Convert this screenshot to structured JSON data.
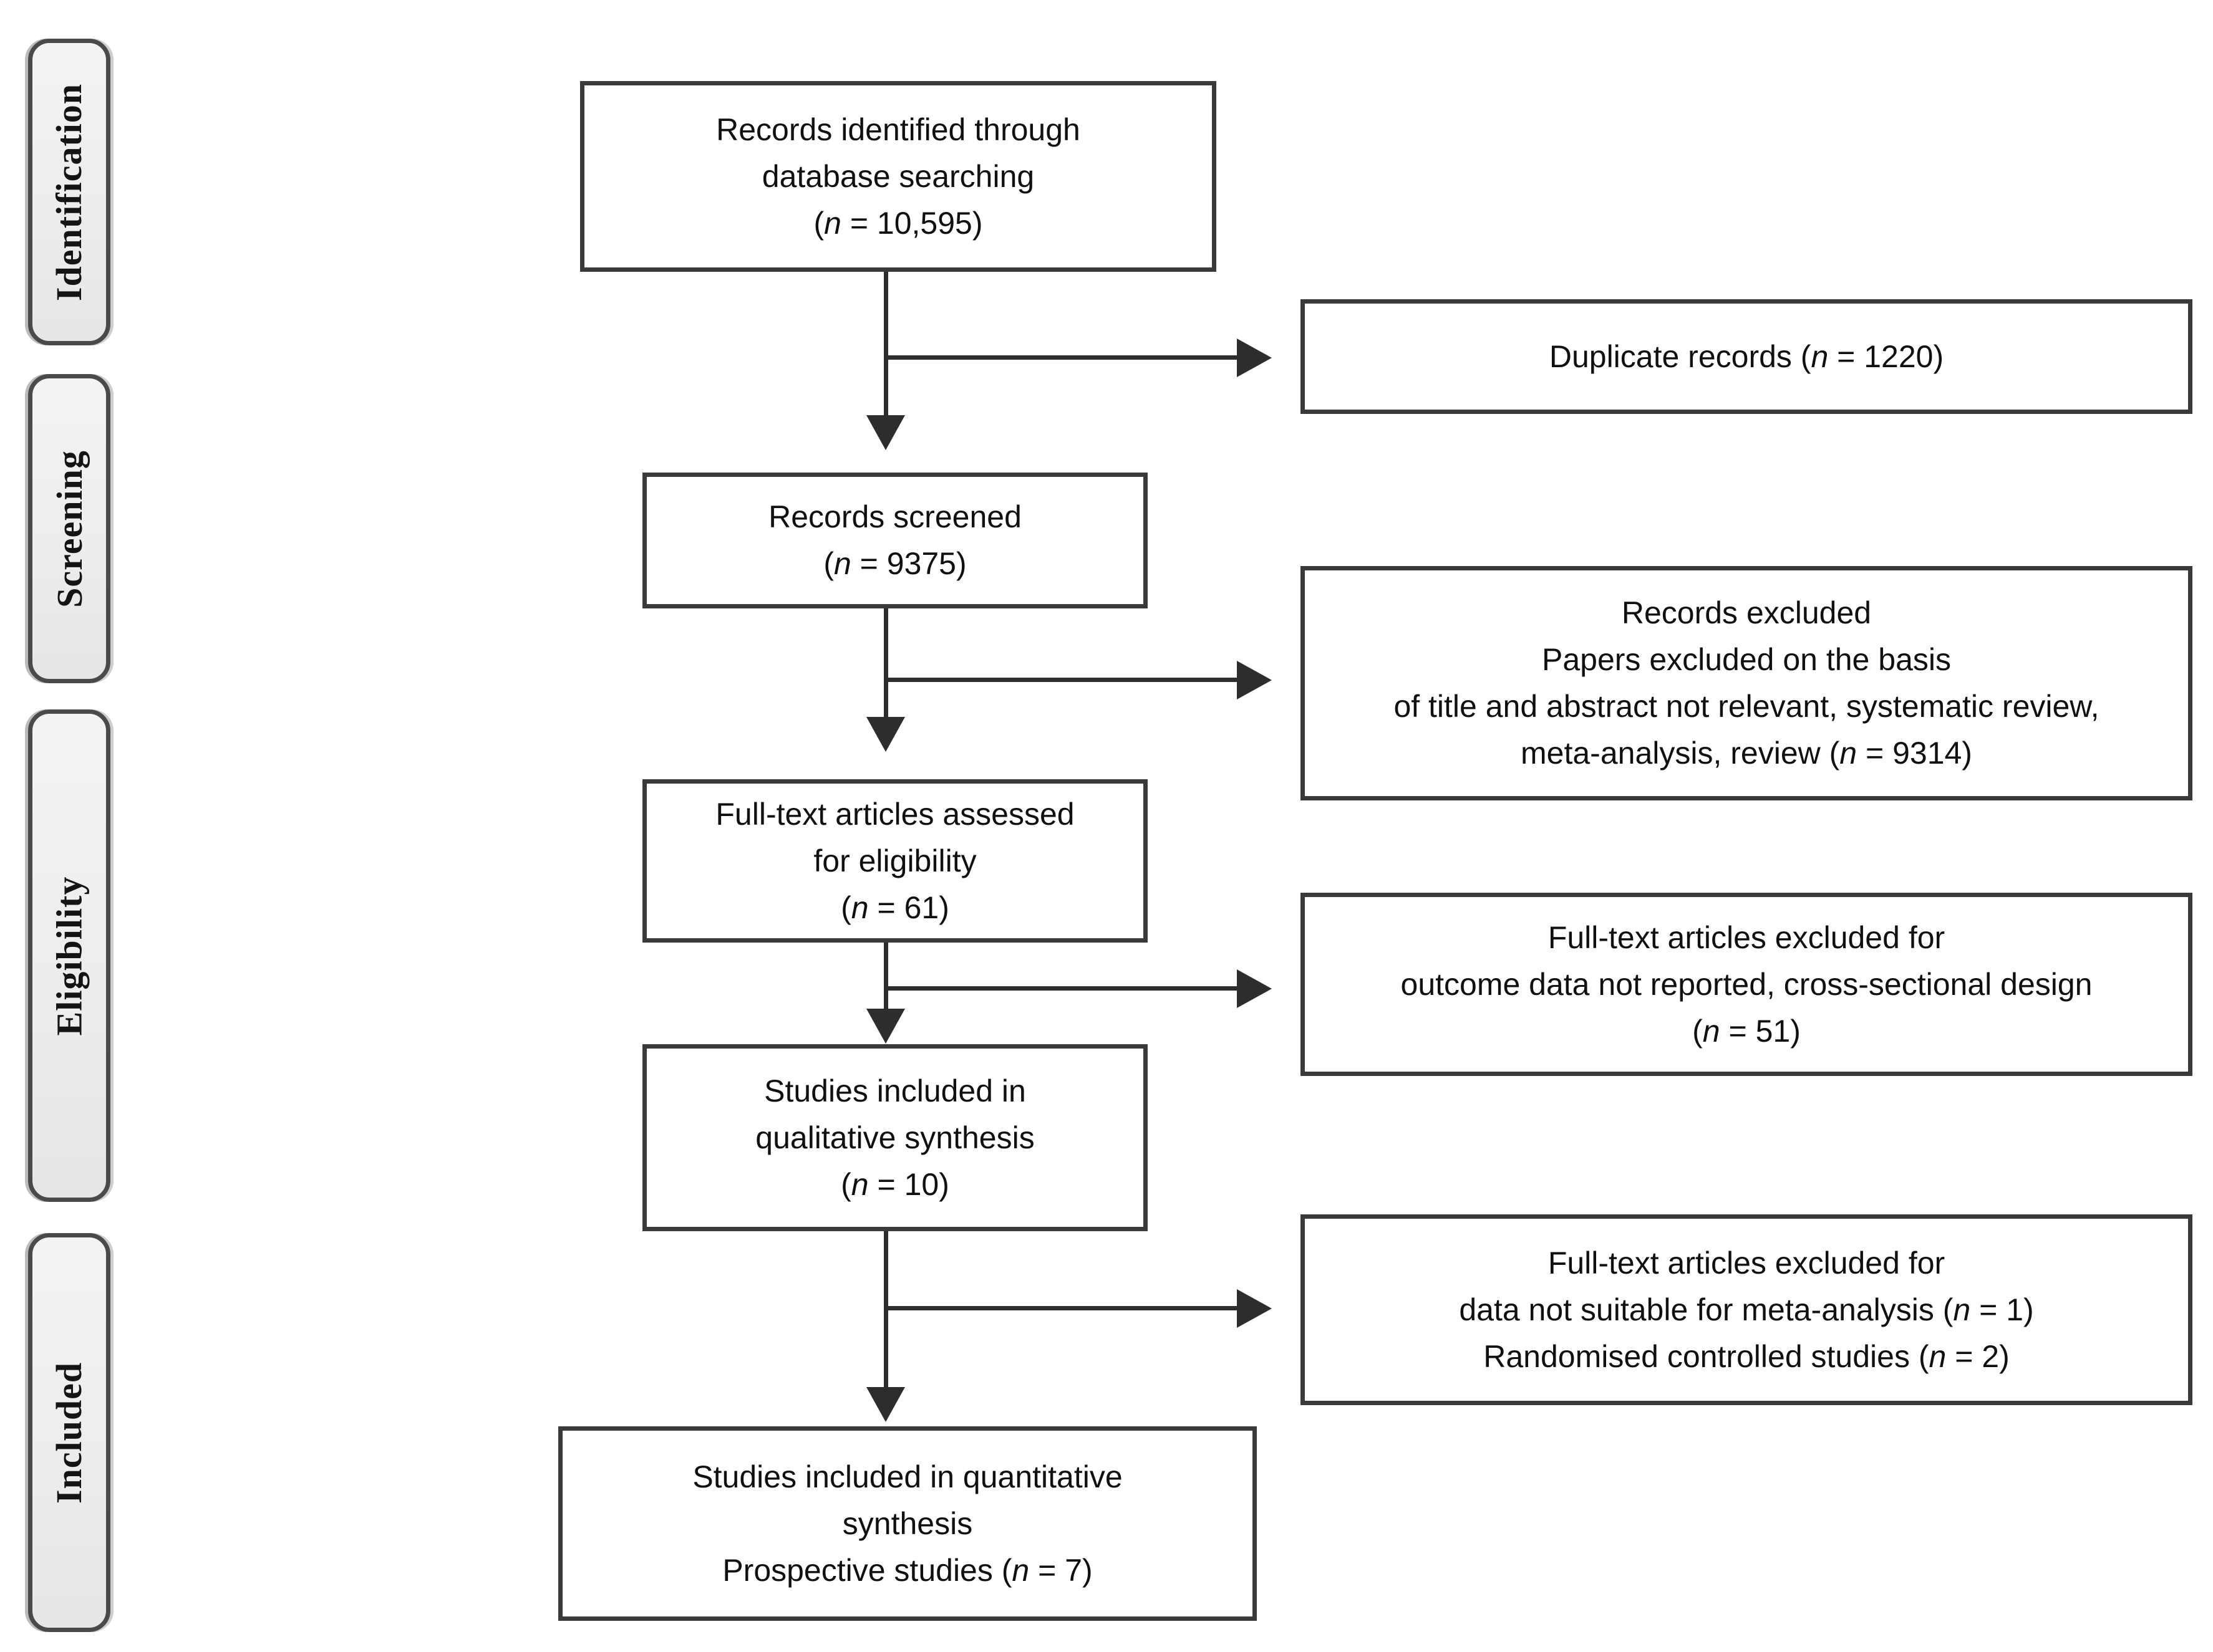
{
  "colors": {
    "background": "#ffffff",
    "box_border": "#3a3a3a",
    "box_fill": "#ffffff",
    "stage_fill": "#ededed",
    "stage_border": "#4a4a4a",
    "arrow": "#2d2d2d",
    "text": "#101010"
  },
  "stages": [
    {
      "label": "Identification"
    },
    {
      "label": "Screening"
    },
    {
      "label": "Eligibility"
    },
    {
      "label": "Included"
    }
  ],
  "main_flow": [
    {
      "name": "records-identified",
      "lines": [
        "Records identified through",
        "database searching",
        "(n = 10,595)"
      ]
    },
    {
      "name": "records-screened",
      "lines": [
        "Records screened",
        "(n = 9375)"
      ]
    },
    {
      "name": "fulltext-assessed",
      "lines": [
        "Full-text articles assessed",
        "for eligibility",
        "(n = 61)"
      ]
    },
    {
      "name": "qualitative-synthesis",
      "lines": [
        "Studies included in",
        "qualitative synthesis",
        "(n = 10)"
      ]
    },
    {
      "name": "quantitative-synthesis",
      "lines": [
        "Studies included in quantitative",
        "synthesis",
        "Prospective studies (n = 7)"
      ]
    }
  ],
  "exclusions": [
    {
      "name": "duplicate-records",
      "lines": [
        "Duplicate records (n = 1220)"
      ]
    },
    {
      "name": "records-excluded",
      "lines": [
        "Records excluded",
        "Papers excluded on the basis",
        "of title and abstract not relevant, systematic review,",
        "meta-analysis, review (n = 9314)"
      ]
    },
    {
      "name": "fulltext-excluded-eligibility",
      "lines": [
        "Full-text articles excluded for",
        "outcome data not reported, cross-sectional design",
        "(n = 51)"
      ]
    },
    {
      "name": "fulltext-excluded-meta-analysis",
      "lines": [
        "Full-text articles excluded for",
        "data not suitable for meta-analysis (n = 1)",
        "Randomised controlled studies (n = 2)"
      ]
    }
  ]
}
